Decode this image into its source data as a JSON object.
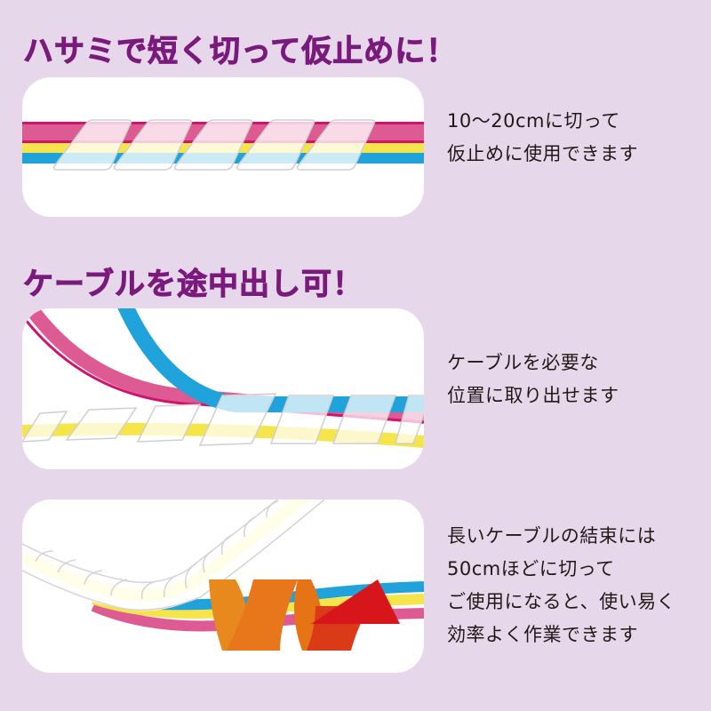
{
  "sections": [
    {
      "heading": "ハサミで短く切って仮止めに！",
      "description_lines": [
        "10〜20cmに切って",
        "仮止めに使用できます"
      ],
      "illustration": "straight-cable-bundle-with-short-spiral-wrap"
    },
    {
      "heading": "ケーブルを途中出し可！",
      "description_lines": [
        "ケーブルを必要な",
        "位置に取り出せます"
      ],
      "illustration": "cables-branching-out-of-spiral-wrap"
    },
    {
      "heading": "",
      "description_lines": [
        "長いケーブルの結束には",
        "50cmほどに切って",
        "ご使用になると、使い易く",
        "効率よく作業できます"
      ],
      "illustration": "long-spiral-wrap-with-twist-arrow"
    }
  ],
  "colors": {
    "background": "#E7D7EB",
    "heading": "#7B1A7D",
    "text": "#231815",
    "cable_pink": "#DE5A92",
    "cable_pink_dark": "#D0136E",
    "cable_yellow": "#F5E54A",
    "cable_blue": "#1FA3DA",
    "arrow_orange": "#E8761A",
    "arrow_red": "#D7161B"
  }
}
